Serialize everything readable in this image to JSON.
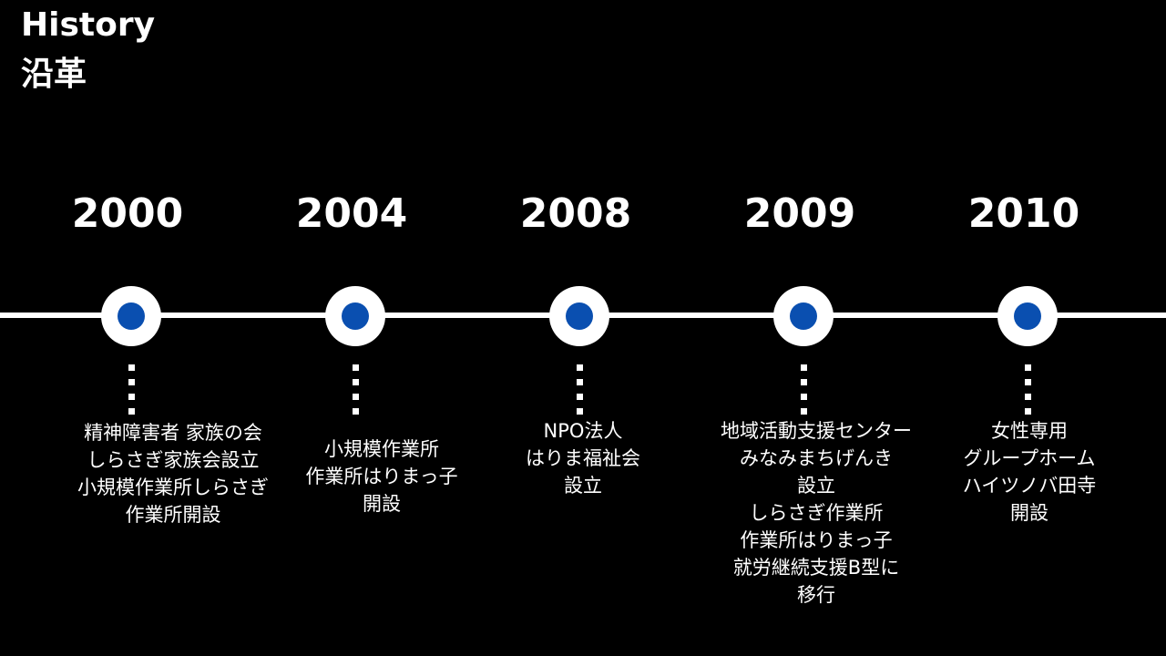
{
  "header": {
    "title_en": "History",
    "title_ja": "沿革"
  },
  "colors": {
    "accent": "#0a4fb0",
    "line": "#ffffff",
    "background": "#000000"
  },
  "events": [
    {
      "year": "2000",
      "lines": [
        "精神障害者 家族の会",
        "しらさぎ家族会設立",
        "小規模作業所しらさぎ",
        "作業所開設"
      ]
    },
    {
      "year": "2004",
      "lines": [
        "小規模作業所",
        "作業所はりまっ子",
        "開設"
      ]
    },
    {
      "year": "2008",
      "lines": [
        "NPO法人",
        "はりま福祉会",
        "設立"
      ]
    },
    {
      "year": "2009",
      "lines": [
        "地域活動支援センター",
        "みなみまちげんき",
        "設立",
        "しらさぎ作業所",
        "作業所はりまっ子",
        "就労継続支援B型に",
        "移行"
      ]
    },
    {
      "year": "2010",
      "lines": [
        "女性専用",
        "グループホーム",
        "ハイツノバ田寺",
        "開設"
      ]
    }
  ]
}
